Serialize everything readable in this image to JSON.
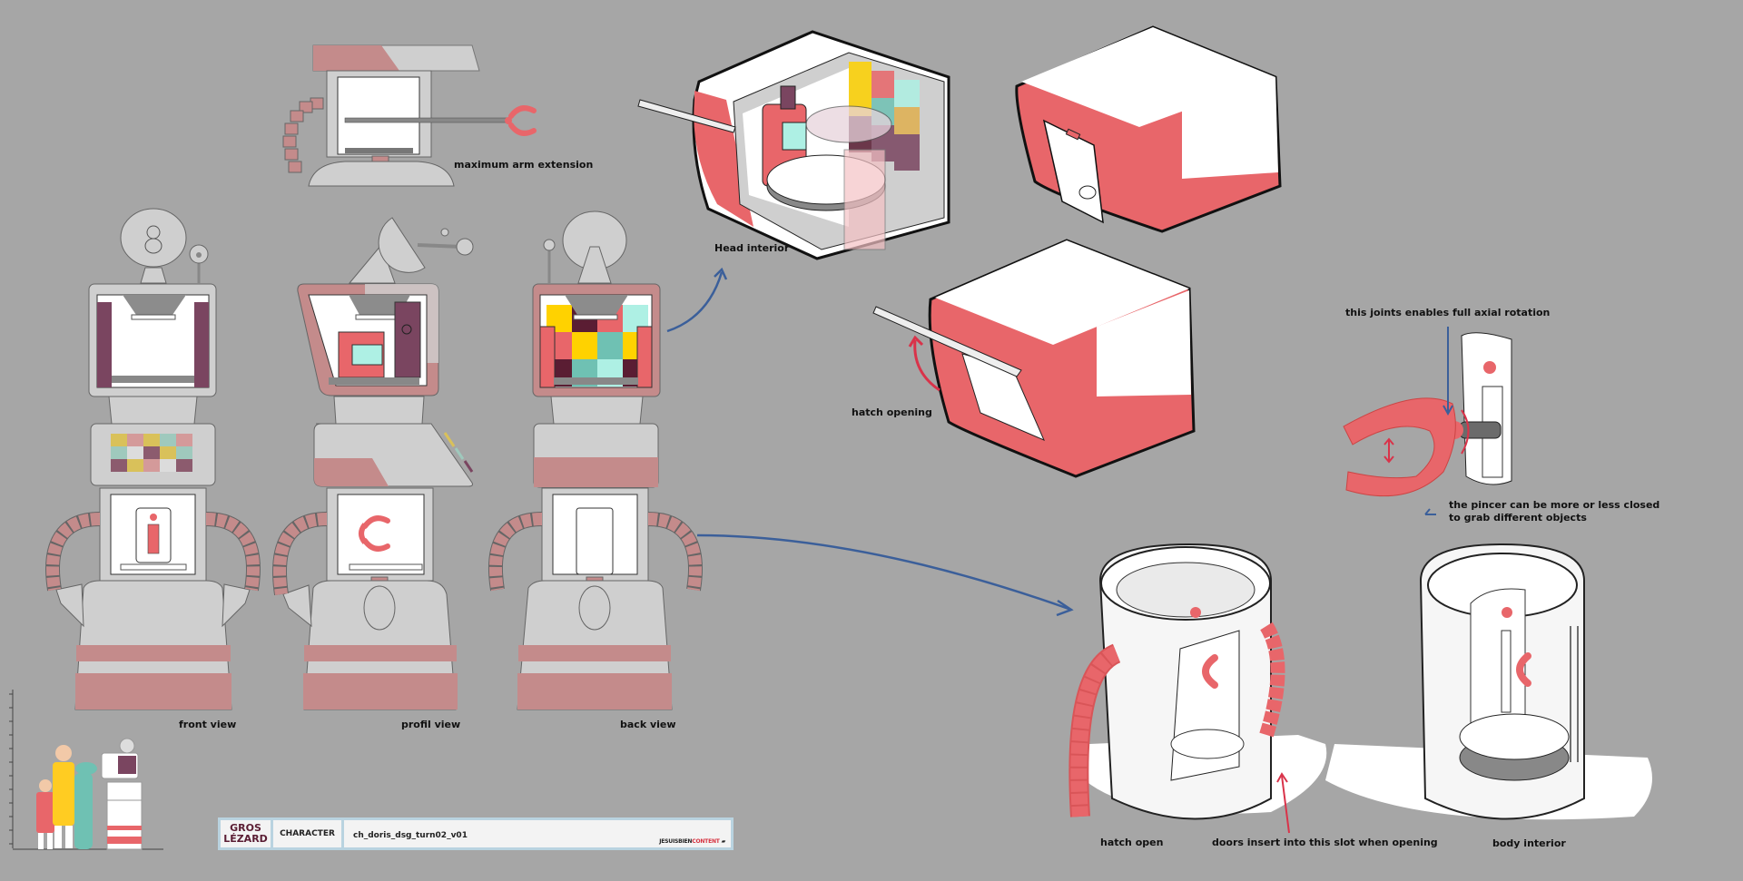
{
  "sheet": {
    "title_block": {
      "logo_line1": "GROS",
      "logo_line2": "LÉZARD",
      "category": "CHARACTER",
      "filename": "ch_doris_dsg_turn02_v01",
      "studio_part1": "JESUIS",
      "studio_part2": "BIEN",
      "studio_part3": "CONTENT"
    },
    "captions": {
      "arm_extension": "maximum arm extension",
      "head_interior": "Head interior",
      "hatch_opening": "hatch opening",
      "front_view": "front view",
      "profil_view": "profil view",
      "back_view": "back view",
      "joint_rotation": "this joints enables full axial rotation",
      "pincer_note_1": "the pincer can be more or less closed",
      "pincer_note_2": "to grab different objects",
      "hatch_open": "hatch open",
      "doors_slot": "doors insert into this slot when opening",
      "body_interior": "body interior"
    },
    "colors": {
      "background": "#a6a6a6",
      "robot_grey": "#cfcfcf",
      "robot_pink": "#c48b8b",
      "accent_red": "#e8666a",
      "plum": "#7a4560",
      "annotation_blue": "#3b5f9a",
      "annotation_red": "#d9334a"
    },
    "palette_grid_front": [
      "#d9c15a",
      "#d49a9a",
      "#d9c15a",
      "#9fc9bd",
      "#d49a9a",
      "#9fc9bd",
      "#dcdcdc",
      "#8c5b6e",
      "#d9c15a",
      "#9fc9bd",
      "#8c5b6e",
      "#d9c15a",
      "#d49a9a",
      "#dcdcdc",
      "#8c5b6e"
    ],
    "palette_grid_back": [
      "#ffd200",
      "#5a1d33",
      "#e8666a",
      "#aef0e4",
      "#e8666a",
      "#ffd200",
      "#6fc1b3",
      "#ffd200",
      "#5a1d33",
      "#6fc1b3",
      "#aef0e4",
      "#5a1d33"
    ]
  }
}
